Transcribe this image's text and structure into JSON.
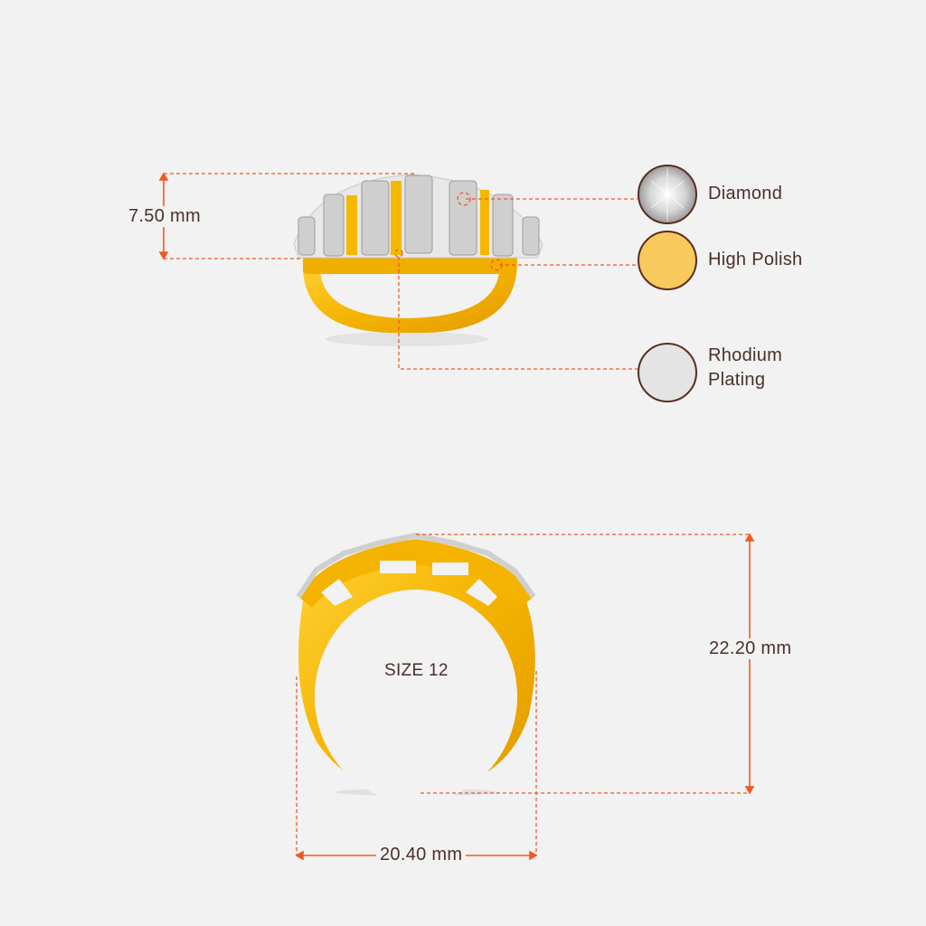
{
  "dimensions": {
    "height_top": "7.50 mm",
    "height_side": "22.20 mm",
    "width_side": "20.40 mm",
    "size": "SIZE 12"
  },
  "legend": [
    {
      "label": "Diamond",
      "color": "#e6e6e6"
    },
    {
      "label": "High Polish",
      "color": "#f8c95c"
    },
    {
      "label_line1": "Rhodium",
      "label_line2": "Plating",
      "color": "#e4e4e4"
    }
  ],
  "colors": {
    "accent": "#f05a22",
    "gold": "#f5b800",
    "text": "#4a2f2b",
    "background": "#f2f2f2"
  }
}
